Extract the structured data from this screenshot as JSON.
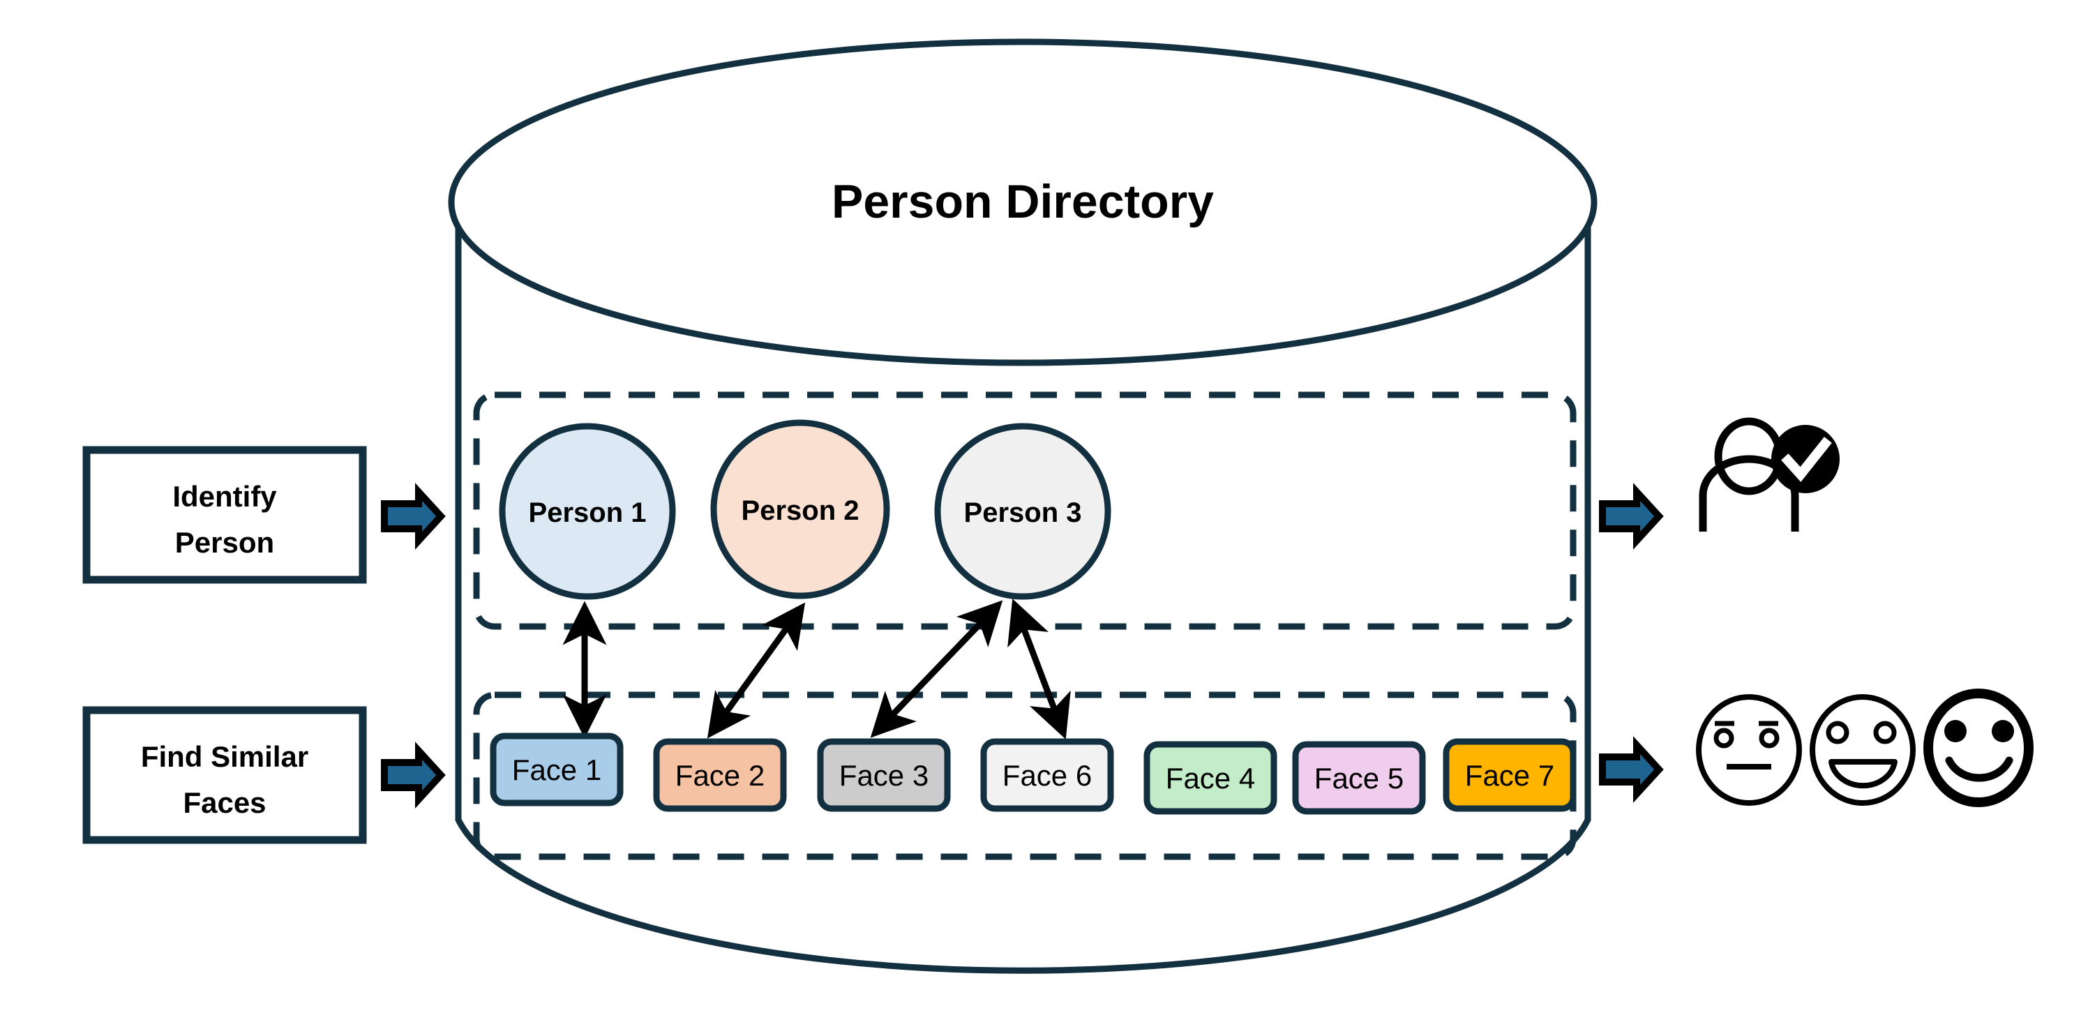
{
  "theme": {
    "stroke_dark": "#12303f",
    "stroke_black": "#000000",
    "arrow_fill": "#1f6390",
    "background": "#ffffff"
  },
  "container": {
    "name": "cylinder",
    "title": "Person Directory"
  },
  "left_actions": [
    {
      "id": "identify-person",
      "line1": "Identify",
      "line2": "Person",
      "arrow": "right-block-arrow"
    },
    {
      "id": "find-similar-faces",
      "line1": "Find Similar",
      "line2": "Faces",
      "arrow": "right-block-arrow"
    }
  ],
  "persons_group": {
    "name": "persons-dashed-group",
    "persons": [
      {
        "id": "person-1",
        "label": "Person 1",
        "fill": "#dce9f5"
      },
      {
        "id": "person-2",
        "label": "Person 2",
        "fill": "#fae0d0"
      },
      {
        "id": "person-3",
        "label": "Person 3",
        "fill": "#f0f0f0"
      }
    ]
  },
  "faces_group": {
    "name": "faces-dashed-group",
    "faces": [
      {
        "id": "face-1",
        "label": "Face 1",
        "fill": "#a9cce8"
      },
      {
        "id": "face-2",
        "label": "Face 2",
        "fill": "#f5c3a4"
      },
      {
        "id": "face-3",
        "label": "Face 3",
        "fill": "#cccccc"
      },
      {
        "id": "face-6",
        "label": "Face 6",
        "fill": "#f2f2f2"
      },
      {
        "id": "face-4",
        "label": "Face 4",
        "fill": "#c3ecc9"
      },
      {
        "id": "face-5",
        "label": "Face 5",
        "fill": "#f0cced"
      },
      {
        "id": "face-7",
        "label": "Face 7",
        "fill": "#ffb400"
      }
    ]
  },
  "links": [
    {
      "from": "face-1",
      "to": "person-1",
      "style": "double-headed-arrow"
    },
    {
      "from": "face-2",
      "to": "person-2",
      "style": "double-headed-arrow"
    },
    {
      "from": "face-3",
      "to": "person-3",
      "style": "double-headed-arrow"
    },
    {
      "from": "face-6",
      "to": "person-3",
      "style": "double-headed-arrow"
    }
  ],
  "right_outputs": [
    {
      "id": "identified-person-output",
      "arrow": "right-block-arrow",
      "icons": [
        "person-icon",
        "check-badge-icon"
      ]
    },
    {
      "id": "similar-faces-output",
      "arrow": "right-block-arrow",
      "icons": [
        "neutral-face-icon",
        "grinning-face-icon",
        "smiley-face-icon"
      ]
    }
  ]
}
